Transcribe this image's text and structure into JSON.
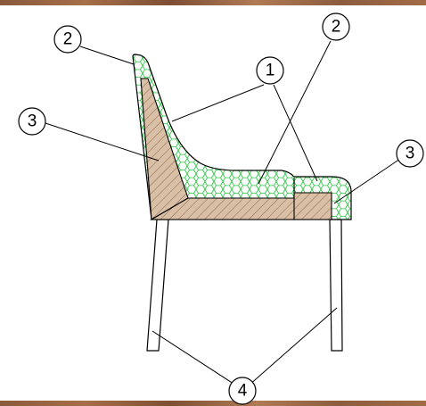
{
  "callouts": [
    {
      "id": "c2a",
      "label": "2"
    },
    {
      "id": "c2b",
      "label": "2"
    },
    {
      "id": "c1",
      "label": "1"
    },
    {
      "id": "c3a",
      "label": "3"
    },
    {
      "id": "c3b",
      "label": "3"
    },
    {
      "id": "c4",
      "label": "4"
    }
  ],
  "colors": {
    "foam_fill": "#ffffff",
    "foam_pattern": "#22c43a",
    "frame_fill": "#d8bfa5",
    "frame_hatch": "#8a6a4e",
    "outline": "#000000"
  }
}
